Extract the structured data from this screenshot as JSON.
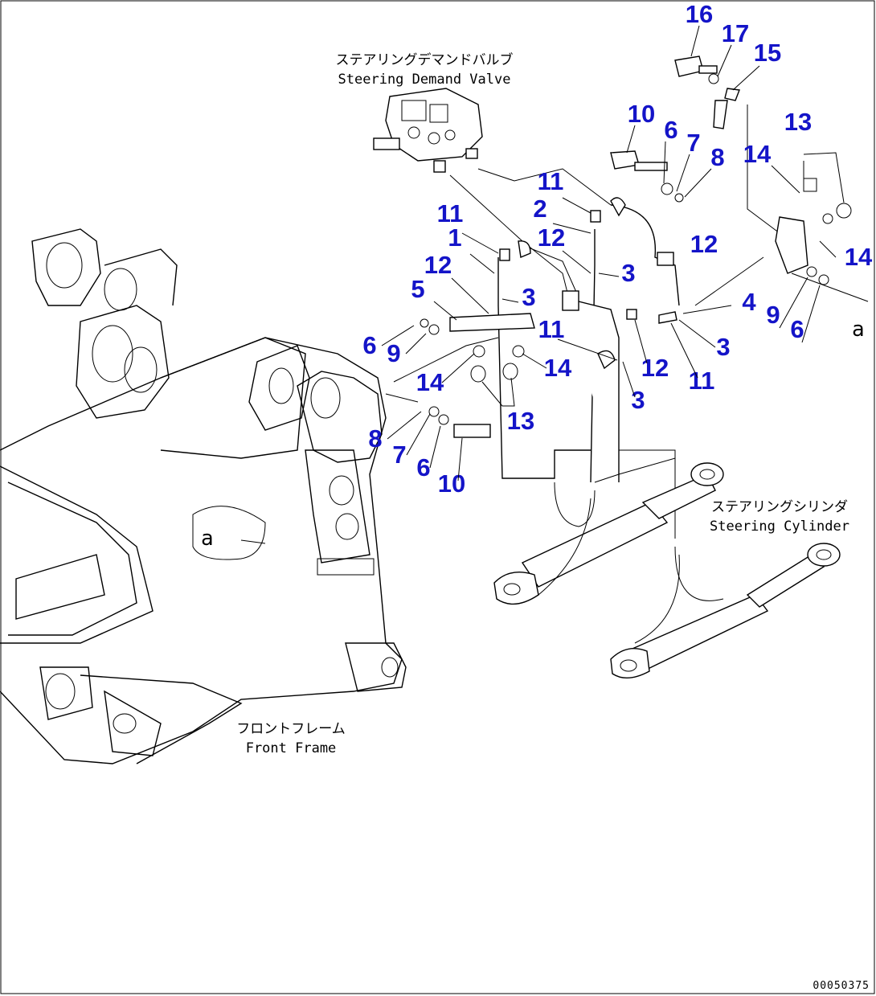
{
  "labels": {
    "valve_jp": "ステアリングデマンドバルブ",
    "valve_en": "Steering Demand Valve",
    "cylinder_jp": "ステアリングシリンダ",
    "cylinder_en": "Steering Cylinder",
    "frame_jp": "フロントフレーム",
    "frame_en": "Front Frame",
    "ref_a_left": "a",
    "ref_a_right": "a",
    "drawing_code": "00050375"
  },
  "callouts": [
    "16",
    "17",
    "15",
    "10",
    "6",
    "7",
    "8",
    "14",
    "13",
    "11",
    "2",
    "12",
    "3",
    "11",
    "1",
    "12",
    "3",
    "5",
    "4",
    "14",
    "9",
    "6",
    "12",
    "9",
    "6",
    "11",
    "14",
    "14",
    "13",
    "12",
    "3",
    "11",
    "8",
    "7",
    "6",
    "10",
    "3"
  ],
  "colors": {
    "callout": "#1414c8",
    "line": "#000000"
  }
}
